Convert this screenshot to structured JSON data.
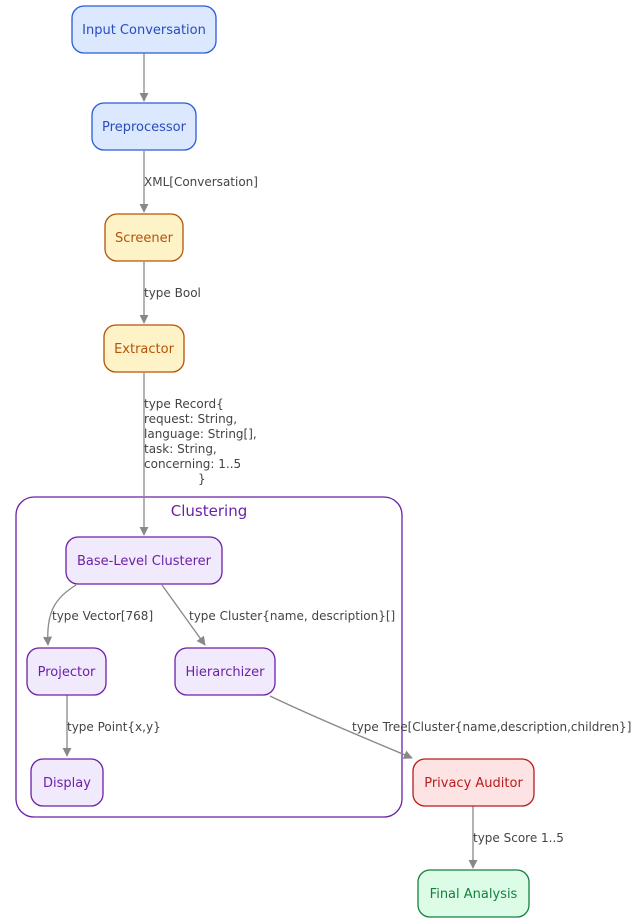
{
  "colors": {
    "input_fill": "#dbe8fd",
    "input_stroke": "#2a5bd7",
    "input_text": "#2a4cbf",
    "filter_fill": "#fef2c7",
    "filter_stroke": "#b45309",
    "filter_text": "#b45309",
    "cluster_fill": "#f1e9fc",
    "cluster_stroke": "#6b21a8",
    "cluster_text": "#6b21a8",
    "privacy_fill": "#fde3e3",
    "privacy_stroke": "#b91c1c",
    "privacy_text": "#b91c1c",
    "final_fill": "#dcfce7",
    "final_stroke": "#15803d",
    "final_text": "#15803d",
    "edge": "#888888",
    "edge_text": "#444444"
  },
  "cluster": {
    "title": "Clustering"
  },
  "nodes": {
    "input": {
      "label": "Input Conversation"
    },
    "preprocessor": {
      "label": "Preprocessor"
    },
    "screener": {
      "label": "Screener"
    },
    "extractor": {
      "label": "Extractor"
    },
    "base_clusterer": {
      "label": "Base-Level Clusterer"
    },
    "projector": {
      "label": "Projector"
    },
    "hierarchizer": {
      "label": "Hierarchizer"
    },
    "display": {
      "label": "Display"
    },
    "privacy_auditor": {
      "label": "Privacy Auditor"
    },
    "final_analysis": {
      "label": "Final Analysis"
    }
  },
  "edges": {
    "preprocessor_to_screener": "XML[Conversation]",
    "screener_to_extractor": "type Bool",
    "extractor_to_base": [
      "type Record{",
      "request: String,",
      "language: String[],",
      "task: String,",
      "concerning: 1..5",
      "}"
    ],
    "base_to_projector": "type Vector[768]",
    "base_to_hierarchizer": "type Cluster{name, description}[]",
    "projector_to_display": "type Point{x,y}",
    "hierarchizer_to_privacy": "type Tree[Cluster{name,description,children}]",
    "privacy_to_final": "type Score 1..5"
  }
}
